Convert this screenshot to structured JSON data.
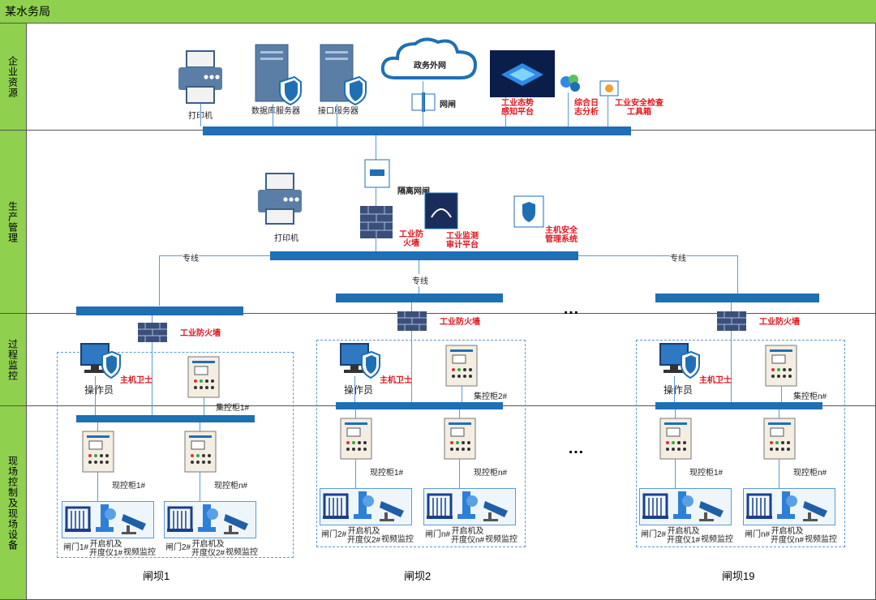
{
  "title": "某水务局",
  "lanes": [
    "企业资源",
    "生产管理",
    "过程监控",
    "现场控制及现场设备"
  ],
  "top": {
    "printer": "打印机",
    "db_server": "数据库服务器",
    "api_server": "接口服务器",
    "cloud": "政务外网",
    "gateway": "网闸",
    "situation": "工业态势\n感知平台",
    "log": "综合日\n志分析",
    "toolbox": "工业安全检查\n工具箱"
  },
  "mid": {
    "isolation": "隔离网闸",
    "printer": "打印机",
    "firewall": "工业防\n火墙",
    "audit": "工业监测\n审计平台",
    "hostsec": "主机安全\n管理系统",
    "dedicated": "专线"
  },
  "stations": [
    {
      "name": "闸坝1",
      "firewall": "工业防火墙",
      "operator": "操作员",
      "guard": "主机卫士",
      "central": "集控柜1#",
      "sites": [
        {
          "cabinet": "现控柜1#",
          "gate": "闸门1#",
          "hoist": "开启机及\n开度仪1#",
          "video": "视频监控"
        },
        {
          "cabinet": "现控柜n#",
          "gate": "闸门2#",
          "hoist": "开启机及\n开度仪2#",
          "video": "视频监控"
        }
      ]
    },
    {
      "name": "闸坝2",
      "firewall": "工业防火墙",
      "operator": "操作员",
      "guard": "主机卫士",
      "central": "集控柜2#",
      "sites": [
        {
          "cabinet": "现控柜1#",
          "gate": "闸门2#",
          "hoist": "开启机及\n开度仪2#",
          "video": "视频监控"
        },
        {
          "cabinet": "现控柜n#",
          "gate": "闸门n#",
          "hoist": "开启机及\n开度仪n#",
          "video": "视频监控"
        }
      ]
    },
    {
      "name": "闸坝19",
      "firewall": "工业防火墙",
      "operator": "操作员",
      "guard": "主机卫士",
      "central": "集控柜n#",
      "sites": [
        {
          "cabinet": "现控柜1#",
          "gate": "闸门2#",
          "hoist": "开启机及\n开度仪1#",
          "video": "视频监控"
        },
        {
          "cabinet": "现控柜n#",
          "gate": "闸门n#",
          "hoist": "开启机及\n开度仪n#",
          "video": "视频监控"
        }
      ]
    }
  ],
  "ellipsis": "…",
  "colors": {
    "title_green": "#8fd14f",
    "bus_blue": "#1f6fb5",
    "alert_red": "#e0161e"
  }
}
